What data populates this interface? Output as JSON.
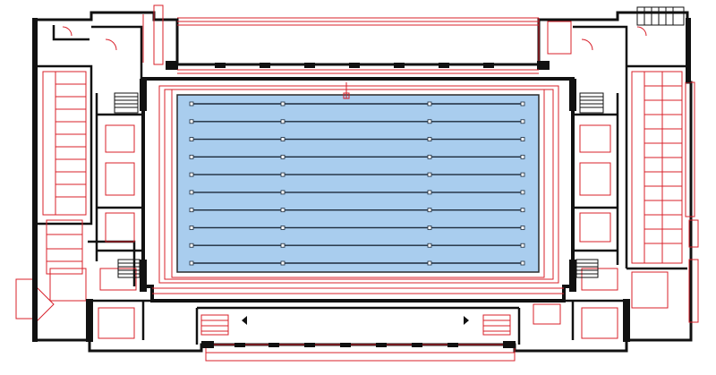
{
  "drawing": {
    "kind": "architectural floor plan",
    "colors": {
      "background": "#ffffff",
      "wall": "#111111",
      "redline": "#d8202a",
      "pool_fill": "#a9cdee",
      "pool_edge": "#2a2a2a",
      "lane_rope": "#1c2a3a"
    },
    "pool": {
      "lanes": 10,
      "lane_ropes": 10
    },
    "text_labels": []
  }
}
